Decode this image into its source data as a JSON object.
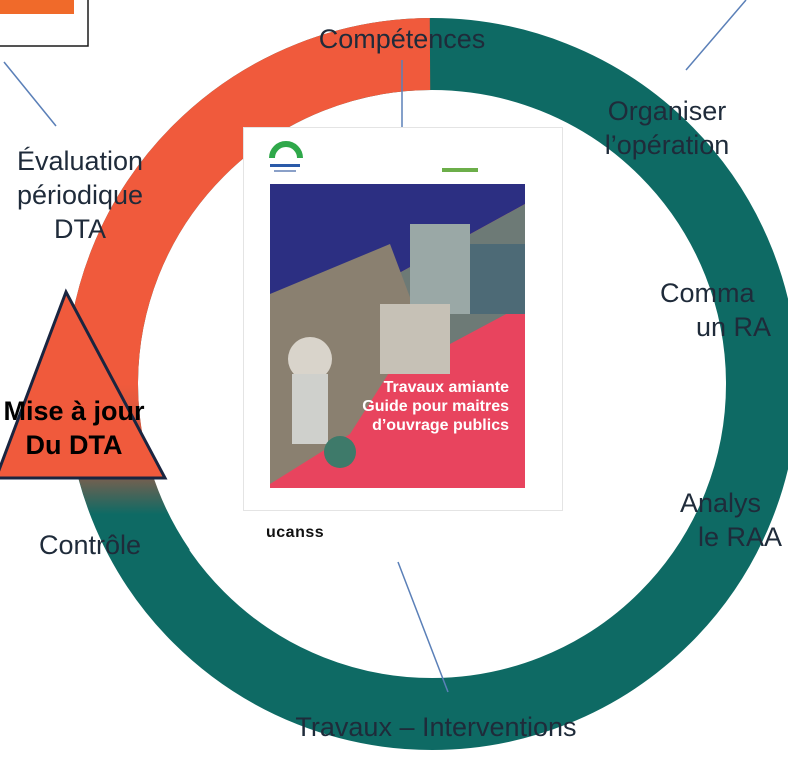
{
  "cycle": {
    "colors": {
      "ring_orange": "#f05a3c",
      "ring_teal": "#0e6a64",
      "triangle": "#f05a3c",
      "triangle_outline": "#1a2540",
      "connector": "#5b80b8"
    },
    "labels": {
      "competences": "Compétences",
      "organiser_line1": "Organiser",
      "organiser_line2": "l’opération",
      "commander_line1": "Comma",
      "commander_line2": "un RA",
      "analyser_line1": "Analys",
      "analyser_line2": "le RAA",
      "travaux": "Travaux – Interventions",
      "controle": "Contrôle",
      "evaluation_line1": "Évaluation",
      "evaluation_line2": "périodique",
      "evaluation_line3": "DTA",
      "mise_line1": "Mise à jour",
      "mise_line2": "Du DTA"
    }
  },
  "guide": {
    "title_line1": "Travaux amiante",
    "title_line2": "Guide pour maitres",
    "title_line3": "d’ouvrage publics",
    "logo_left": "ucanss",
    "icon": "building-arch-icon"
  }
}
